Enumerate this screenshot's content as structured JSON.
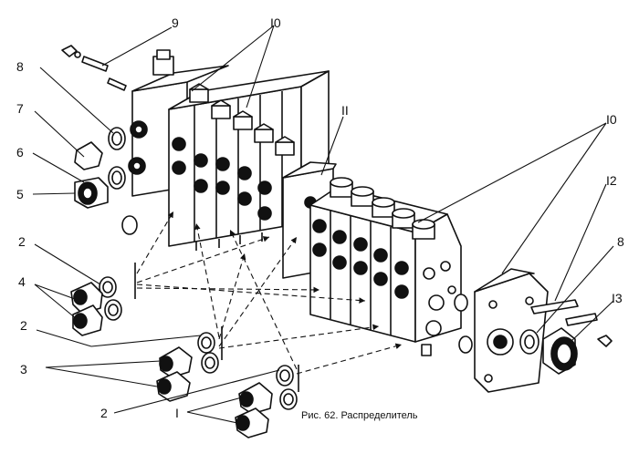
{
  "figure": {
    "caption": "Рис. 62. Распределитель"
  },
  "callouts": {
    "c1": "I",
    "c2a": "2",
    "c2b": "2",
    "c2c": "2",
    "c3": "3",
    "c4": "4",
    "c5": "5",
    "c6": "6",
    "c7": "7",
    "c8a": "8",
    "c8b": "8",
    "c9": "9",
    "c10a": "I0",
    "c10b": "I0",
    "c11": "II",
    "c12": "I2",
    "c13": "I3"
  }
}
